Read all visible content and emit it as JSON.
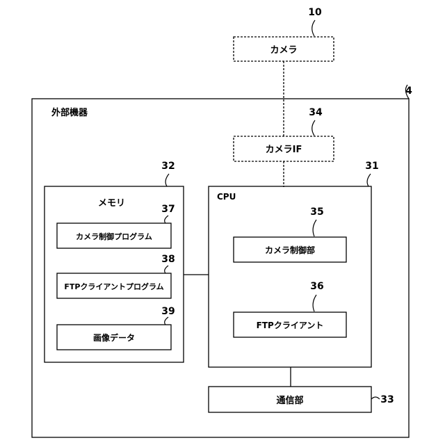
{
  "camera": {
    "label": "カメラ",
    "ref": "10"
  },
  "device": {
    "label": "外部機器",
    "ref": "4"
  },
  "camera_if": {
    "label": "カメラIF",
    "ref": "34"
  },
  "memory": {
    "label": "メモリ",
    "ref": "32",
    "items": [
      {
        "label": "カメラ制御プログラム",
        "ref": "37"
      },
      {
        "label": "FTPクライアントプログラム",
        "ref": "38"
      },
      {
        "label": "画像データ",
        "ref": "39"
      }
    ]
  },
  "cpu": {
    "label": "CPU",
    "ref": "31",
    "items": [
      {
        "label": "カメラ制御部",
        "ref": "35"
      },
      {
        "label": "FTPクライアント",
        "ref": "36"
      }
    ]
  },
  "comm": {
    "label": "通信部",
    "ref": "33"
  }
}
